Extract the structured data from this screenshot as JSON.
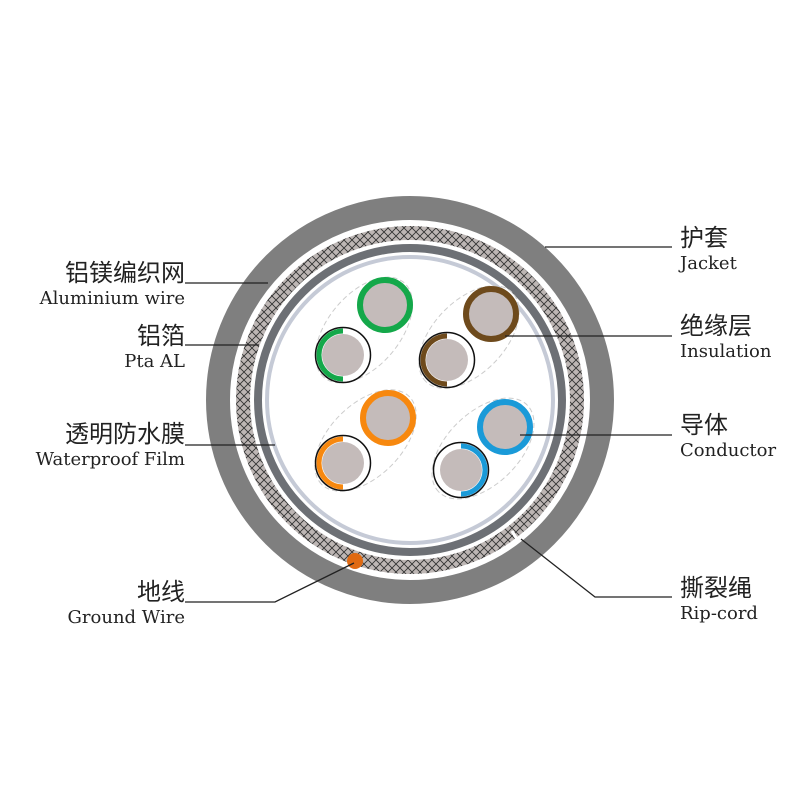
{
  "labels": {
    "aluminium_wire": {
      "zh": "铝镁编织网",
      "en": "Aluminium wire"
    },
    "pta_al": {
      "zh": "铝箔",
      "en": "Pta AL"
    },
    "waterproof_film": {
      "zh": "透明防水膜",
      "en": "Waterproof Film"
    },
    "ground_wire": {
      "zh": "地线",
      "en": "Ground Wire"
    },
    "jacket": {
      "zh": "护套",
      "en": "Jacket"
    },
    "insulation": {
      "zh": "绝缘层",
      "en": "Insulation"
    },
    "conductor": {
      "zh": "导体",
      "en": "Conductor"
    },
    "rip_cord": {
      "zh": "撕裂绳",
      "en": "Rip-cord"
    }
  },
  "colors": {
    "jacket": "#7f7f7f",
    "foil": "#6d7075",
    "film": "#c5cad6",
    "conductor": "#c4bbba",
    "green": "#14a84a",
    "brown": "#6e4a1c",
    "orange": "#f7880f",
    "blue": "#1a9ad8",
    "ground": "#e06a12"
  }
}
